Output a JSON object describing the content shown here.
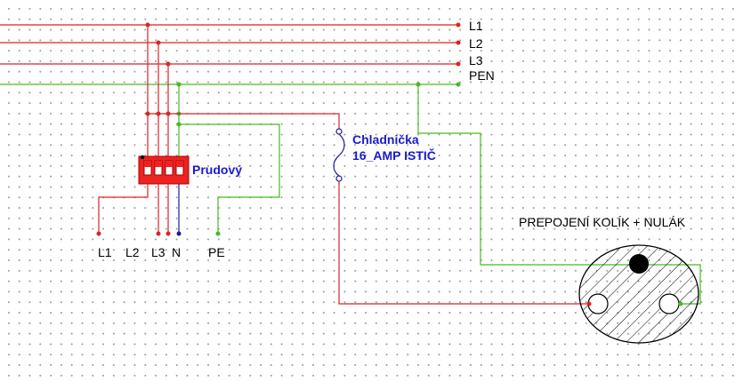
{
  "colors": {
    "phase_wire": "#dd2222",
    "pen_wire": "#44bb22",
    "neutral_wire": "#1a1a99",
    "breaker_body": "#ee2222",
    "label_blue": "#1a1acc"
  },
  "bus_labels": {
    "l1": "L1",
    "l2": "L2",
    "l3": "L3",
    "pen": "PEN"
  },
  "rcd": {
    "label": "Prudový"
  },
  "terminal_labels": {
    "l1": "L1",
    "l2": "L2",
    "l3": "L3",
    "n": "N",
    "pe": "PE"
  },
  "breaker": {
    "line1": "Chladnička",
    "line2": "16_AMP ISTIČ"
  },
  "socket": {
    "title": "PREPOJENÍ KOLÍK + NULÁK"
  }
}
